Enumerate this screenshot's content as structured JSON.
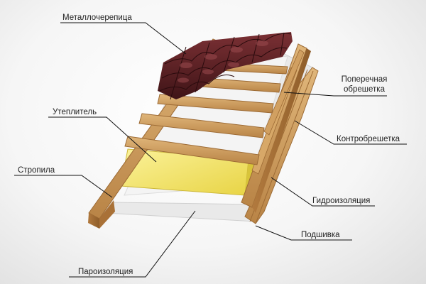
{
  "labels": {
    "metal_tile": "Металлочерепица",
    "cross_battens_line1": "Поперечная",
    "cross_battens_line2": "обрешетка",
    "counter_battens": "Контробрешетка",
    "insulation": "Утеплитель",
    "rafters": "Стропила",
    "waterproofing": "Гидроизоляция",
    "soffit": "Подшивка",
    "vapor_barrier": "Пароизоляция"
  },
  "colors": {
    "tile": "#5a1f22",
    "tile_highlight": "#8a3a3e",
    "wood": "#c9985a",
    "wood_dark": "#9c6a34",
    "insulation": "#f2e46a",
    "membrane": "#eeeeee",
    "leader_line": "#111111"
  }
}
